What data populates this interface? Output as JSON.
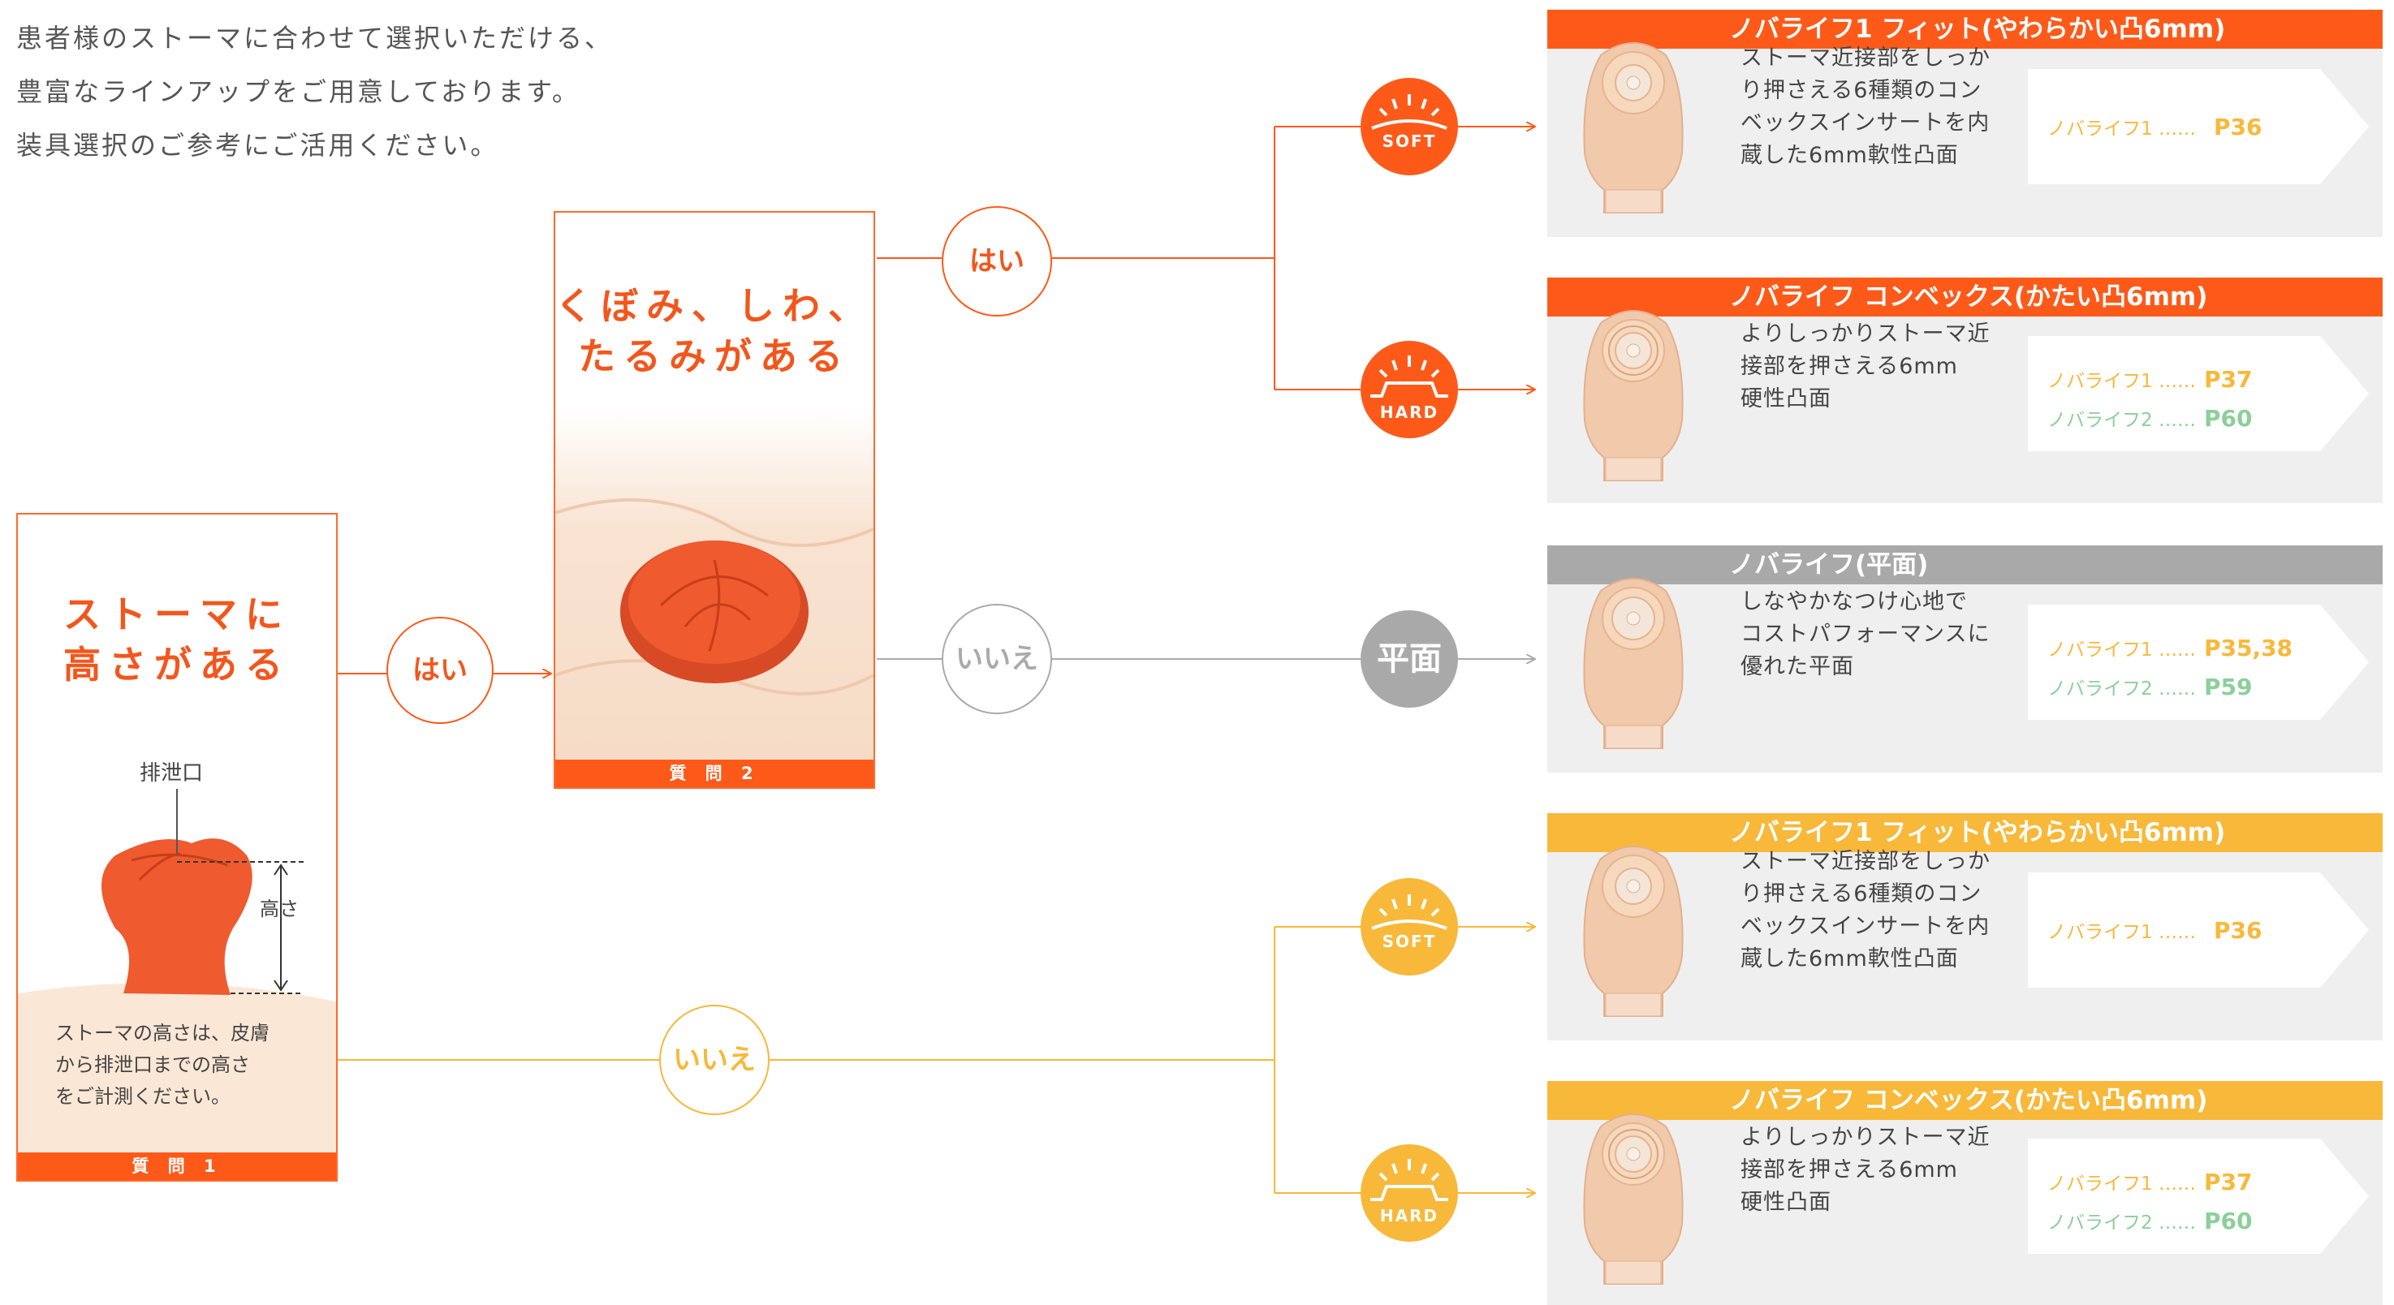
{
  "intro": {
    "line1": "患者様のストーマに合わせて選択いただける、",
    "line2": "豊富なラインアップをご用意しております。",
    "line3": "装具選択のご参考にご活用ください。"
  },
  "question1": {
    "title_line1": "ストーマに",
    "title_line2": "高さがある",
    "label_outlet": "排泄口",
    "label_height": "高さ",
    "note_line1": "ストーマの高さは、皮膚",
    "note_line2": "から排泄口までの高さ",
    "note_line3": "をご計測ください。",
    "footer": "質 問 1"
  },
  "question2": {
    "title_line1": "くぼみ、しわ、",
    "title_line2": "たるみがある",
    "footer": "質 問 2"
  },
  "nodes": {
    "q1_yes": "はい",
    "q1_no": "いいえ",
    "q2_yes": "はい",
    "q2_no": "いいえ"
  },
  "badges": {
    "soft": "SOFT",
    "hard": "HARD",
    "flat": "平面"
  },
  "colors": {
    "orange": "#fd5a1a",
    "yellow": "#f8b83a",
    "gray": "#a9a9a9",
    "card_bg": "#efefef"
  },
  "products": [
    {
      "title": "ノバライフ1 フィット(やわらかい凸6mm)",
      "desc_lines": [
        "ストーマ近接部をしっか",
        "り押さえる6種類のコン",
        "ベックスインサートを内",
        "蔵した6mm軟性凸面"
      ],
      "pages": [
        {
          "name": "ノバライフ1 ……",
          "ref": "P36"
        }
      ]
    },
    {
      "title": "ノバライフ  コンベックス(かたい凸6mm)",
      "desc_lines": [
        "よりしっかりストーマ近",
        "接部を押さえる6mm",
        "硬性凸面"
      ],
      "pages": [
        {
          "name": "ノバライフ1 ……",
          "ref": "P37"
        },
        {
          "name": "ノバライフ2 ……",
          "ref": "P60"
        }
      ]
    },
    {
      "title": "ノバライフ(平面)",
      "desc_lines": [
        "しなやかなつけ心地で",
        "コストパフォーマンスに",
        "優れた平面"
      ],
      "pages": [
        {
          "name": "ノバライフ1 ……",
          "ref": "P35,38"
        },
        {
          "name": "ノバライフ2 ……",
          "ref": "P59"
        }
      ]
    },
    {
      "title": "ノバライフ1 フィット(やわらかい凸6mm)",
      "desc_lines": [
        "ストーマ近接部をしっか",
        "り押さえる6種類のコン",
        "ベックスインサートを内",
        "蔵した6mm軟性凸面"
      ],
      "pages": [
        {
          "name": "ノバライフ1 ……",
          "ref": "P36"
        }
      ]
    },
    {
      "title": "ノバライフ  コンベックス(かたい凸6mm)",
      "desc_lines": [
        "よりしっかりストーマ近",
        "接部を押さえる6mm",
        "硬性凸面"
      ],
      "pages": [
        {
          "name": "ノバライフ1 ……",
          "ref": "P37"
        },
        {
          "name": "ノバライフ2 ……",
          "ref": "P60"
        }
      ]
    }
  ]
}
